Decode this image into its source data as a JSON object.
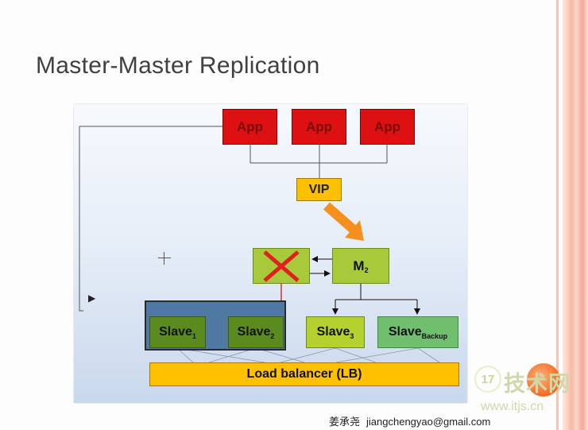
{
  "slide": {
    "title": "Master-Master  Replication"
  },
  "diagram": {
    "apps": [
      "App",
      "App",
      "App"
    ],
    "vip": "VIP",
    "master2": {
      "label": "M",
      "sub": "2"
    },
    "slaves": [
      {
        "label": "Slave",
        "sub": "1"
      },
      {
        "label": "Slave",
        "sub": "2"
      },
      {
        "label": "Slave",
        "sub": "3"
      },
      {
        "label": "Slave",
        "sub": "Backup"
      }
    ],
    "load_balancer": "Load balancer (LB)"
  },
  "footer": {
    "author_cjk": "姜承尧",
    "email": "jiangchengyao@gmail.com"
  },
  "watermark": {
    "badge": "17",
    "name": "技术网",
    "url": "www.itjs.cn"
  },
  "colors": {
    "app": "#dd1111",
    "vip": "#ffc000",
    "master": "#a8c93a",
    "failed_x": "#e02020",
    "arrow": "#f5901e"
  }
}
